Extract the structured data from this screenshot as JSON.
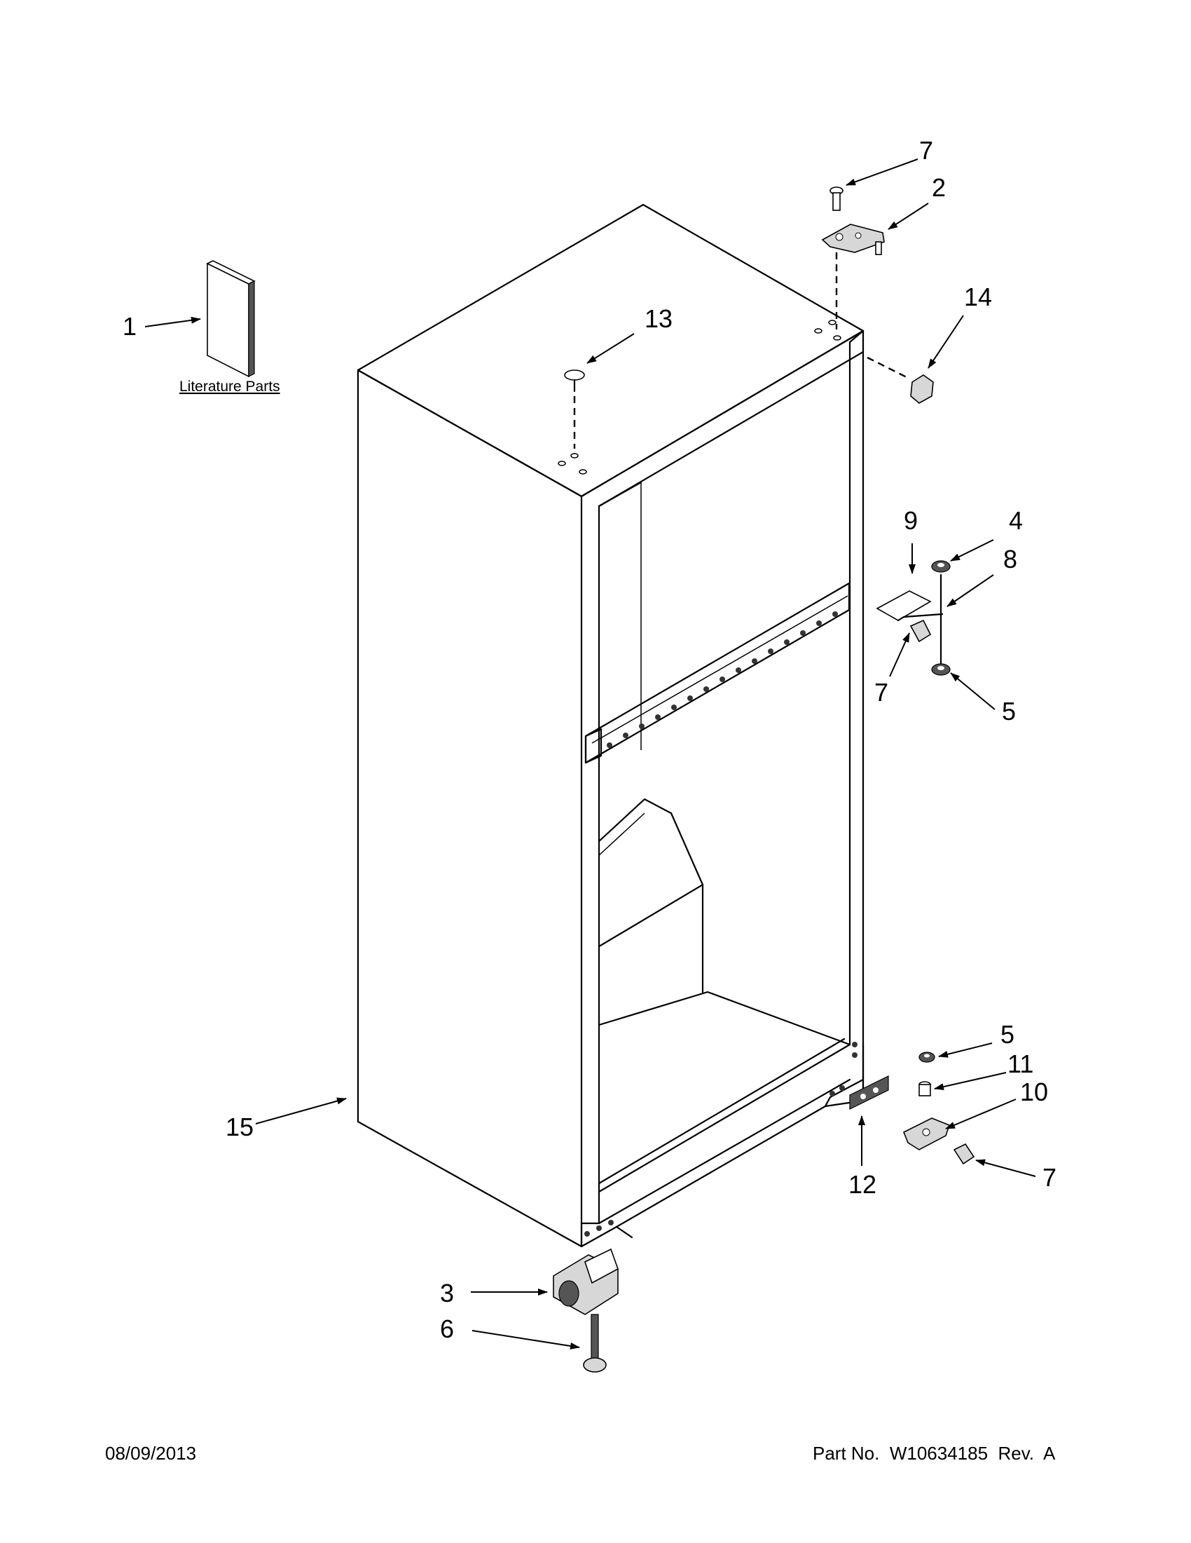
{
  "literature_label": "Literature Parts",
  "callouts": {
    "c1": "1",
    "c2": "2",
    "c3": "3",
    "c4": "4",
    "c5_upper": "5",
    "c5_lower": "5",
    "c6": "6",
    "c7_top": "7",
    "c7_middle": "7",
    "c7_bottom": "7",
    "c8": "8",
    "c9": "9",
    "c10": "10",
    "c11": "11",
    "c12": "12",
    "c13": "13",
    "c14": "14",
    "c15": "15"
  },
  "footer": {
    "date": "08/09/2013",
    "part_number": "Part No.  W10634185  Rev.  A"
  }
}
